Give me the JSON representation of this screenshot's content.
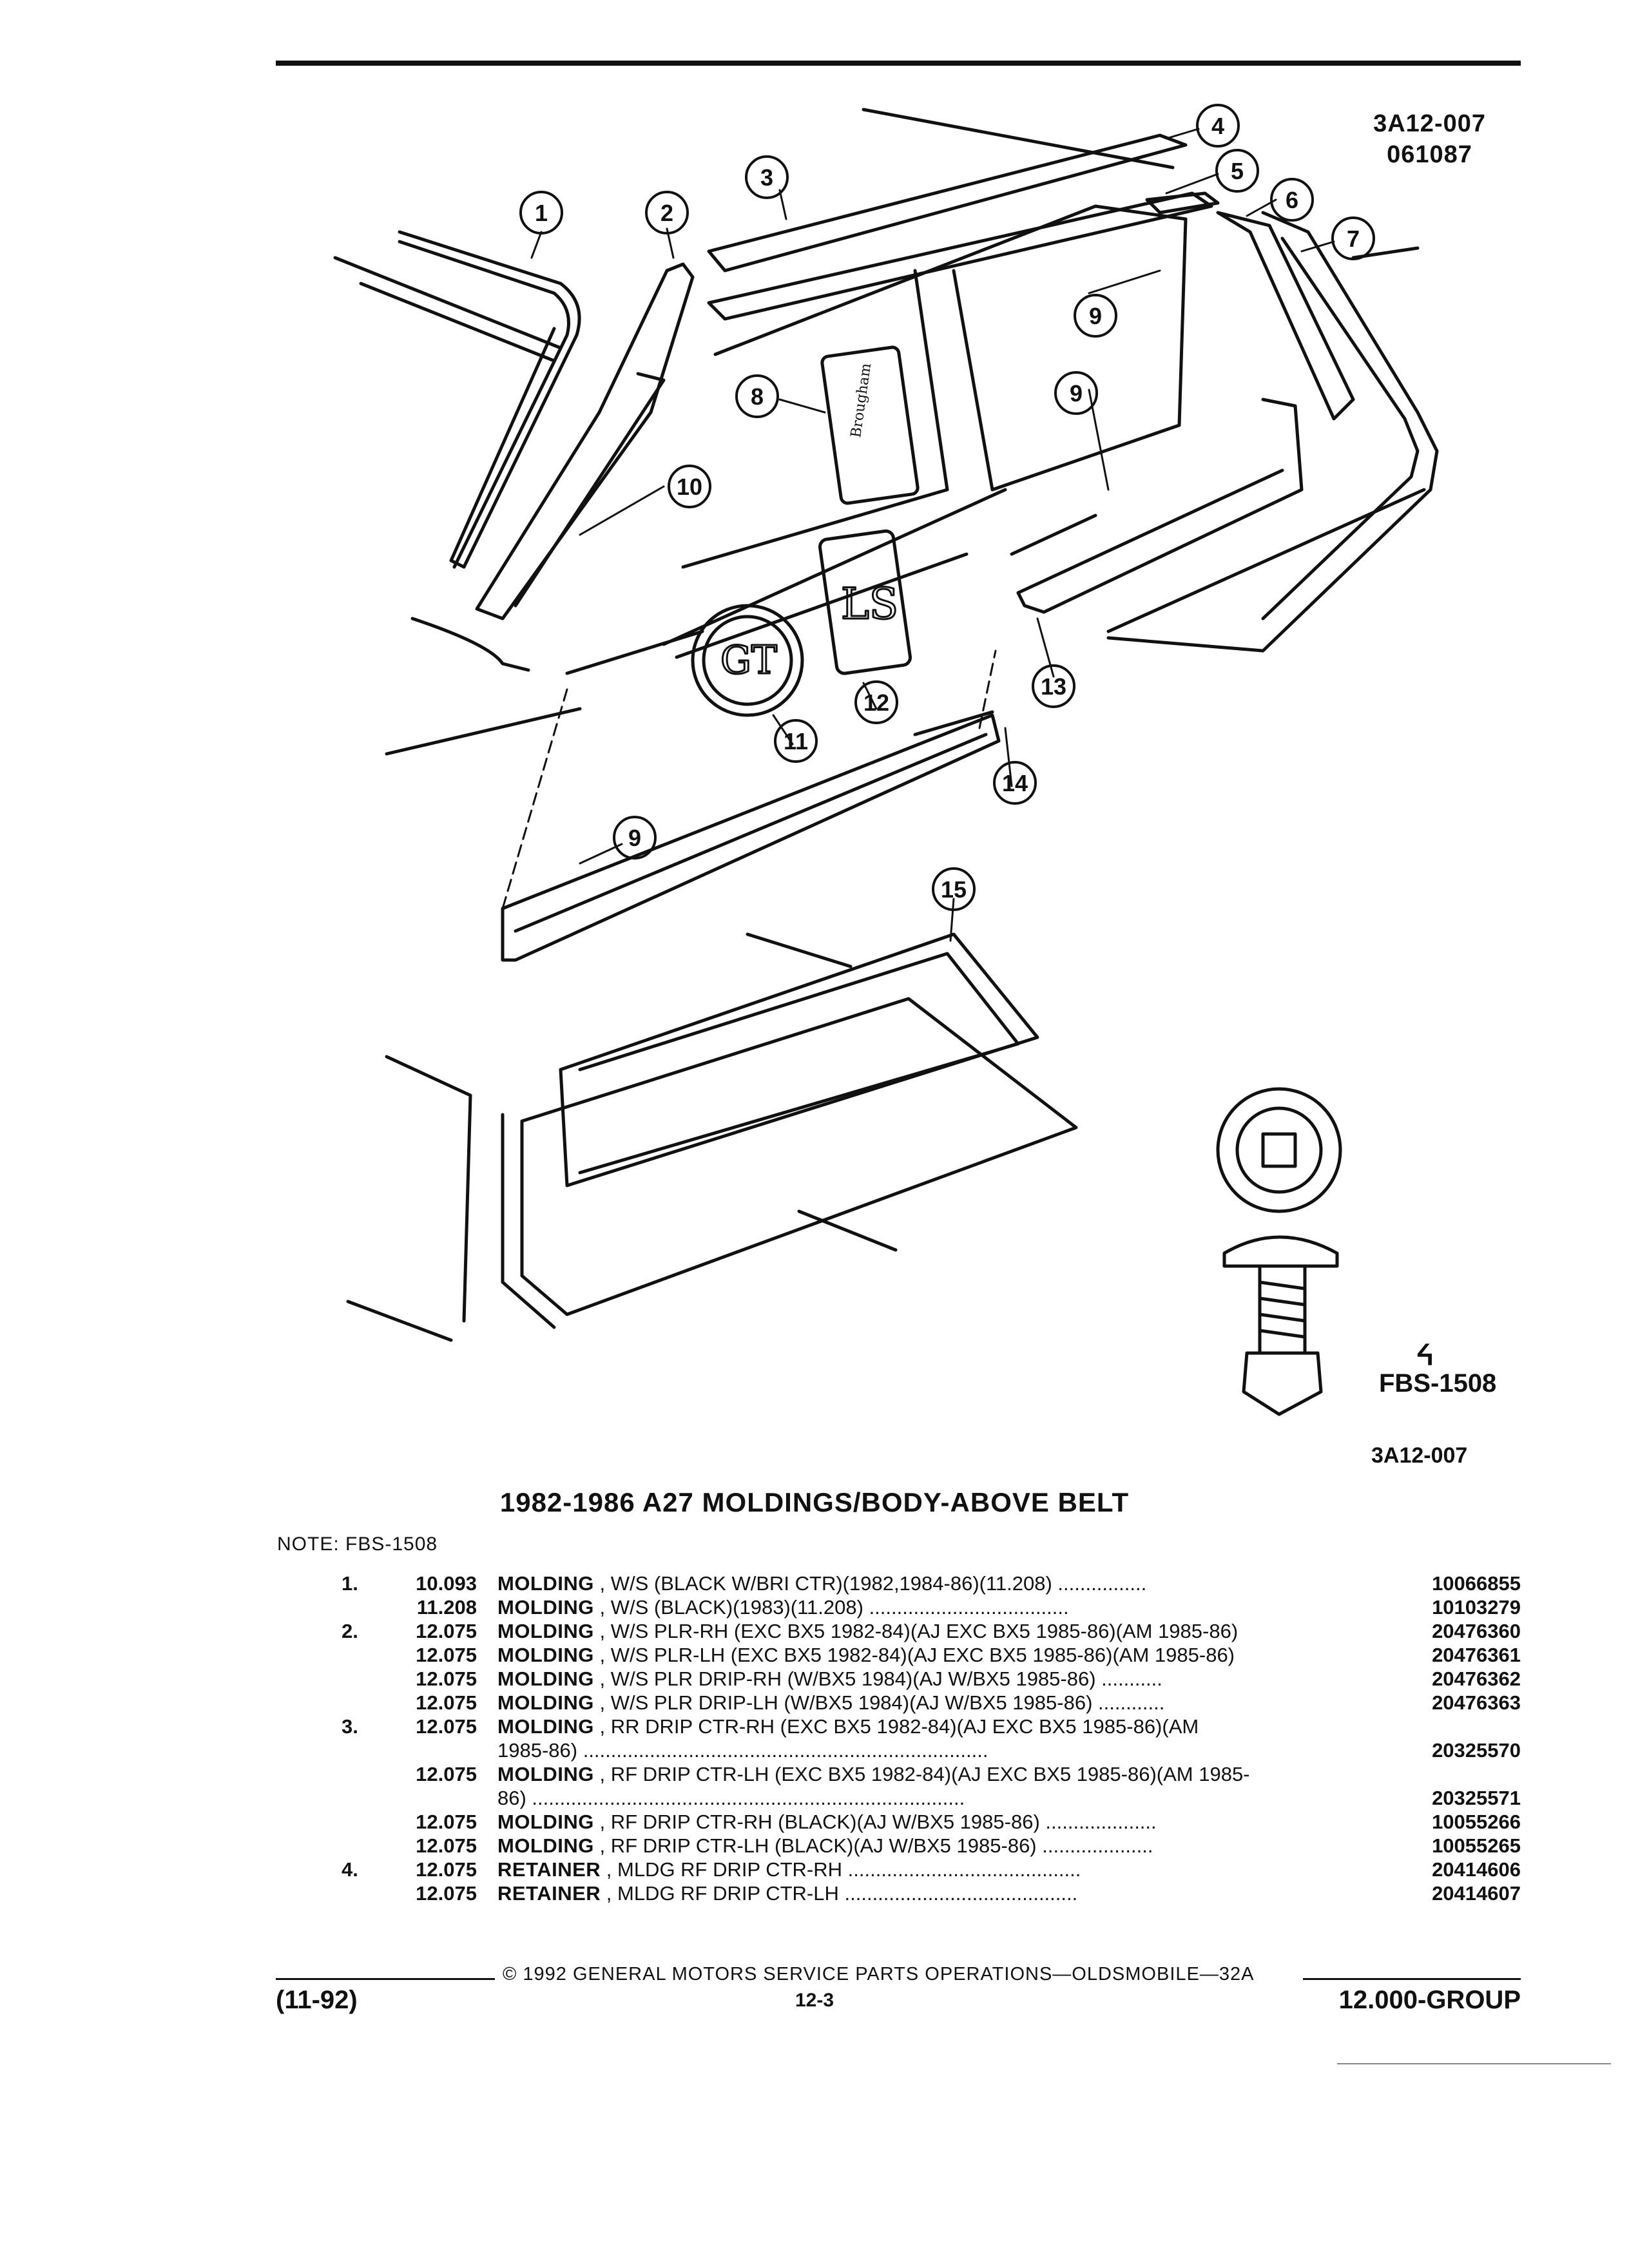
{
  "figure": {
    "code": "3A12-007",
    "date_code": "061087",
    "callouts": [
      "1",
      "2",
      "3",
      "4",
      "5",
      "6",
      "7",
      "8",
      "9",
      "9",
      "9",
      "10",
      "11",
      "12",
      "13",
      "14",
      "15"
    ],
    "emblems": {
      "brougham": "Brougham",
      "ls": "LS",
      "gt": "GT"
    },
    "fastener_label": "FBS-1508",
    "fastener_mark": "ᔦ",
    "code_bottom": "3A12-007"
  },
  "title": "1982-1986 A27 MOLDINGS/BODY-ABOVE BELT",
  "note": "NOTE:  FBS-1508",
  "parts": [
    {
      "item": "1.",
      "qty": "10.093",
      "name": "MOLDING",
      "desc": " , W/S (BLACK W/BRI CTR)(1982,1984-86)(11.208)  ................",
      "pn": "10066855"
    },
    {
      "item": "",
      "qty": "11.208",
      "name": "MOLDING",
      "desc": " , W/S (BLACK)(1983)(11.208)  ....................................",
      "pn": "10103279"
    },
    {
      "item": "2.",
      "qty": "12.075",
      "name": "MOLDING",
      "desc": " , W/S PLR-RH (EXC BX5 1982-84)(AJ EXC BX5 1985-86)(AM 1985-86)",
      "pn": "20476360"
    },
    {
      "item": "",
      "qty": "12.075",
      "name": "MOLDING",
      "desc": " , W/S PLR-LH (EXC BX5 1982-84)(AJ EXC BX5 1985-86)(AM 1985-86)",
      "pn": "20476361"
    },
    {
      "item": "",
      "qty": "12.075",
      "name": "MOLDING",
      "desc": " , W/S PLR DRIP-RH (W/BX5 1984)(AJ W/BX5 1985-86)  ...........",
      "pn": "20476362"
    },
    {
      "item": "",
      "qty": "12.075",
      "name": "MOLDING",
      "desc": " , W/S PLR DRIP-LH (W/BX5 1984)(AJ W/BX5 1985-86)  ............",
      "pn": "20476363"
    },
    {
      "item": "3.",
      "qty": "12.075",
      "name": "MOLDING",
      "desc": " , RR DRIP CTR-RH (EXC BX5 1982-84)(AJ EXC BX5 1985-86)(AM",
      "pn": ""
    },
    {
      "item": "",
      "qty": "",
      "name": "",
      "desc": "1985-86)  .........................................................................",
      "pn": "20325570"
    },
    {
      "item": "",
      "qty": "12.075",
      "name": "MOLDING",
      "desc": " , RF DRIP CTR-LH (EXC BX5 1982-84)(AJ EXC BX5 1985-86)(AM 1985-",
      "pn": ""
    },
    {
      "item": "",
      "qty": "",
      "name": "",
      "desc": "86)  ..............................................................................",
      "pn": "20325571"
    },
    {
      "item": "",
      "qty": "12.075",
      "name": "MOLDING",
      "desc": " , RF DRIP CTR-RH (BLACK)(AJ W/BX5 1985-86)  ....................",
      "pn": "10055266"
    },
    {
      "item": "",
      "qty": "12.075",
      "name": "MOLDING",
      "desc": " , RF DRIP CTR-LH (BLACK)(AJ W/BX5 1985-86)  ....................",
      "pn": "10055265"
    },
    {
      "item": "4.",
      "qty": "12.075",
      "name": "RETAINER",
      "desc": " , MLDG RF DRIP CTR-RH  ..........................................",
      "pn": "20414606"
    },
    {
      "item": "",
      "qty": "12.075",
      "name": "RETAINER",
      "desc": " , MLDG RF DRIP CTR-LH  ..........................................",
      "pn": "20414607"
    }
  ],
  "footer": {
    "copyright": "©  1992  GENERAL MOTORS SERVICE PARTS OPERATIONS—OLDSMOBILE—32A",
    "date": "(11-92)",
    "page": "12-3",
    "group": "12.000-GROUP"
  }
}
